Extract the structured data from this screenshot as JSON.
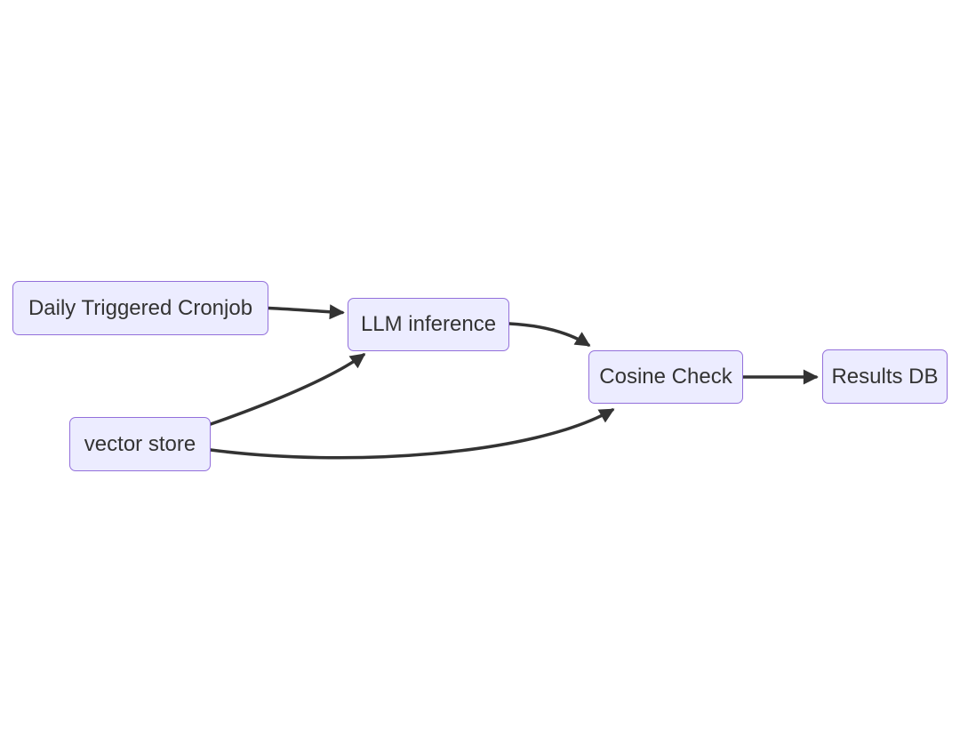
{
  "diagram": {
    "type": "flowchart",
    "direction": "left-to-right",
    "nodes": [
      {
        "id": "cronjob",
        "label": "Daily Triggered Cronjob"
      },
      {
        "id": "llm",
        "label": "LLM inference"
      },
      {
        "id": "vector",
        "label": "vector store"
      },
      {
        "id": "cosine",
        "label": "Cosine Check"
      },
      {
        "id": "results",
        "label": "Results DB"
      }
    ],
    "edges": [
      {
        "from": "cronjob",
        "to": "llm"
      },
      {
        "from": "vector",
        "to": "llm"
      },
      {
        "from": "llm",
        "to": "cosine"
      },
      {
        "from": "vector",
        "to": "cosine"
      },
      {
        "from": "cosine",
        "to": "results"
      }
    ],
    "colors": {
      "node_fill": "#ECECFF",
      "node_border": "#9370DB",
      "node_text": "#333333",
      "edge": "#333333",
      "background": "#ffffff"
    }
  }
}
